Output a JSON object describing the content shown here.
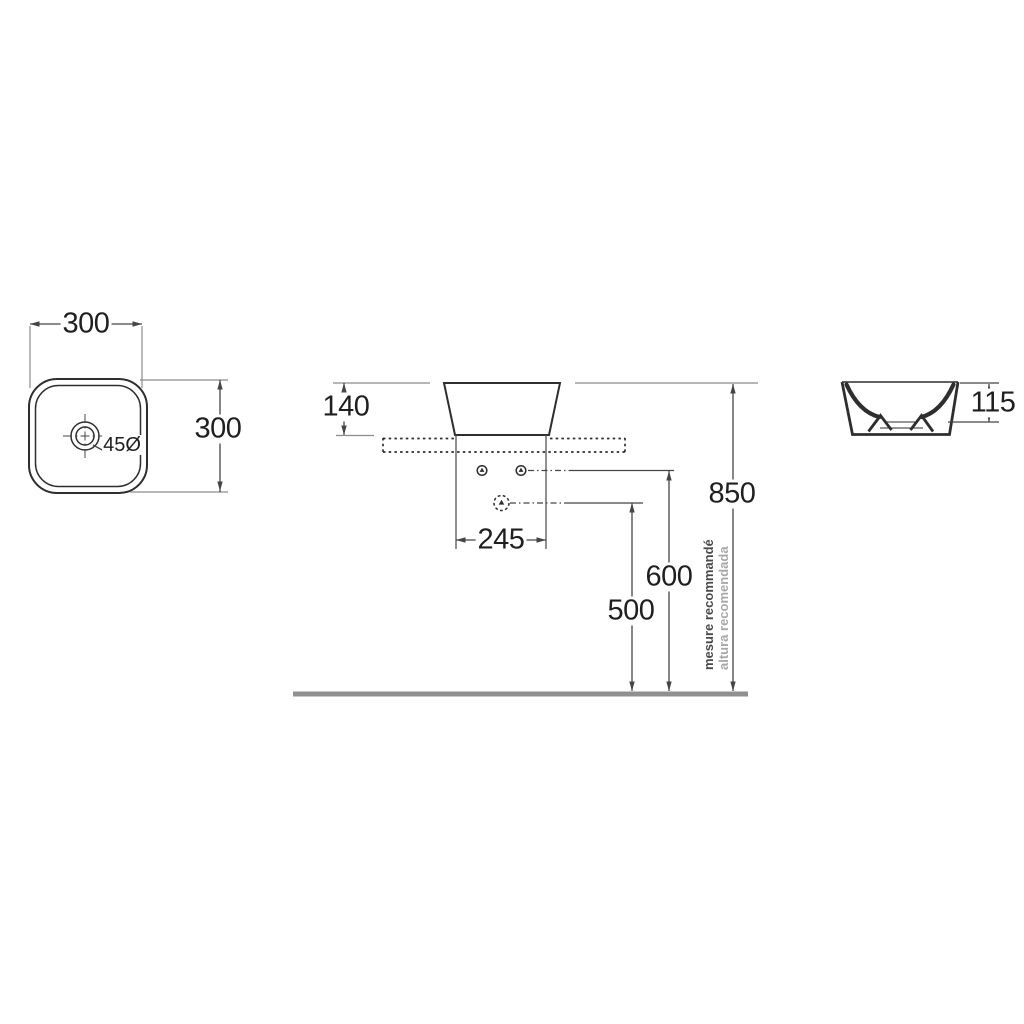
{
  "views": {
    "plan": {
      "width": "300",
      "depth": "300",
      "drain": "45Ø"
    },
    "front": {
      "basin_height": "140",
      "hole_spacing": "245",
      "drain_height": "500",
      "supply_height": "600",
      "rim_height": "850",
      "note_line1": "mesure recommandé",
      "note_line2": "altura recomendada"
    },
    "side": {
      "inner_depth": "115"
    }
  },
  "colors": {
    "bg": "#ffffff",
    "line": "#2e2e2e",
    "dim": "#454545",
    "ext": "#8c8c8c",
    "ext_dark": "#555555",
    "floor": "#909090",
    "text": "#1f1f1f",
    "note_dark": "#4a4a4a",
    "note_light": "#a8a8a8"
  }
}
